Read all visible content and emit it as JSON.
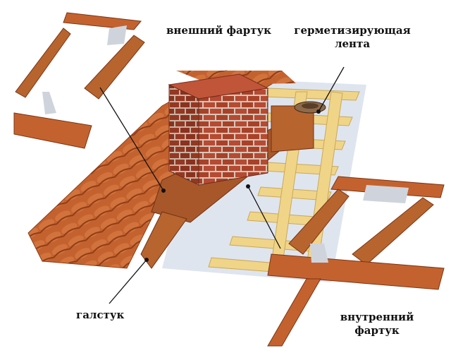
{
  "diagram": {
    "labels": {
      "outer_apron": "внешний фартук",
      "sealing_tape_line1": "герметизирующая",
      "sealing_tape_line2": "лента",
      "tie": "галстук",
      "inner_apron_line1": "внутренний",
      "inner_apron_line2": "фартук"
    },
    "colors": {
      "tile": "#c4622f",
      "tile_dark": "#8e3d17",
      "metal": "#b8642f",
      "brick": "#b64a33",
      "mortar": "#d8c6b8",
      "batten": "#f0d488",
      "membrane": "#dfe5ef",
      "leader": "#111111"
    }
  }
}
